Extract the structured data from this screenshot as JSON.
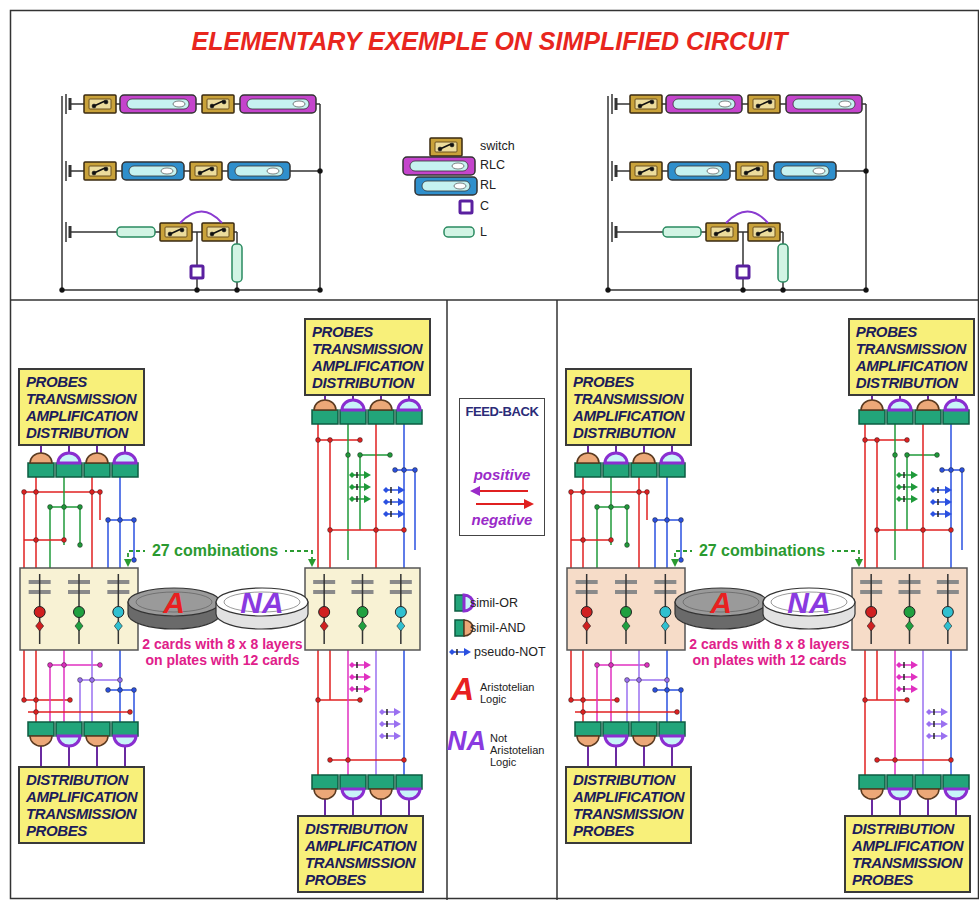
{
  "diagram": {
    "title": "ELEMENTARY EXEMPLE ON SIMPLIFIED CIRCUIT",
    "nodes": [
      {
        "text": [
          "PROBES TRANSMISSION AMPLIFICATION DISTRIBUTION"
        ]
      },
      {
        "text": [
          "DISTRIBUTION AMPLIFICATION TRANSMISSION PROBES"
        ]
      },
      {
        "text": [
          "PROBES TRANSMISSION AMPLIFICATION DISTRIBUTION"
        ]
      },
      {
        "text": [
          "DISTRIBUTION AMPLIFICATION TRANSMISSION PROBES"
        ]
      },
      {
        "text": [
          "A"
        ]
      },
      {
        "text": [
          "NA"
        ]
      },
      {
        "text": [
          "FEED-BACK",
          "positive",
          "negative"
        ]
      },
      {
        "text": [
          "PROBES TRANSMISSION AMPLIFICATION DISTRIBUTION"
        ]
      },
      {
        "text": [
          "DISTRIBUTION AMPLIFICATION TRANSMISSION PROBES"
        ]
      },
      {
        "text": [
          "PROBES TRANSMISSION AMPLIFICATION DISTRIBUTION"
        ]
      },
      {
        "text": [
          "DISTRIBUTION AMPLIFICATION TRANSMISSION PROBES"
        ]
      },
      {
        "text": [
          "A"
        ]
      },
      {
        "text": [
          "NA"
        ]
      }
    ],
    "labels": [
      "27 combinations",
      "2 cards with 8 x 8 layers on plates with 12 cards",
      "A",
      "NA",
      "27 combinations",
      "2 cards with 8 x 8 layers on plates with 12 cards"
    ],
    "legend": [
      {
        "text": "switch"
      },
      {
        "text": "RLC"
      },
      {
        "text": "RL"
      },
      {
        "text": "C"
      },
      {
        "text": "L"
      },
      {
        "text": "simil-OR"
      },
      {
        "text": "simil-AND"
      },
      {
        "text": "pseudo-NOT"
      },
      {
        "text": "Aristotelian Logic"
      },
      {
        "text": "Not Aristotelian Logic"
      }
    ]
  }
}
